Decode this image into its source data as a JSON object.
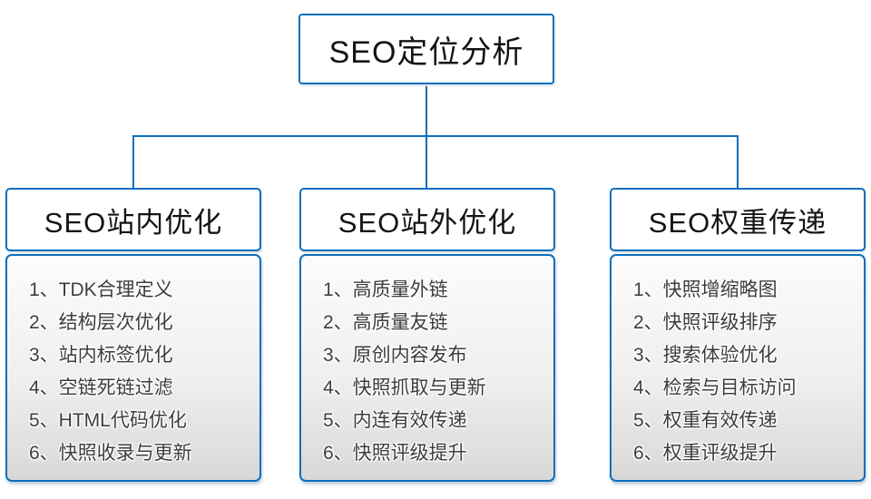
{
  "diagram": {
    "root": {
      "title": "SEO定位分析"
    },
    "branches": [
      {
        "title": "SEO站内优化",
        "items": [
          "1、TDK合理定义",
          "2、结构层次优化",
          "3、站内标签优化",
          "4、空链死链过滤",
          "5、HTML代码优化",
          "6、快照收录与更新"
        ]
      },
      {
        "title": "SEO站外优化",
        "items": [
          "1、高质量外链",
          "2、高质量友链",
          "3、原创内容发布",
          "4、快照抓取与更新",
          "5、内连有效传递",
          "6、快照评级提升"
        ]
      },
      {
        "title": "SEO权重传递",
        "items": [
          "1、快照增缩略图",
          "2、快照评级排序",
          "3、搜索体验优化",
          "4、检索与目标访问",
          "5、权重有效传递",
          "6、权重评级提升"
        ]
      }
    ],
    "colors": {
      "accent_blue": "#0b6fbd",
      "header_text": "#141414",
      "item_text": "#3d3d3d",
      "panel_top": "#fcfcfc",
      "panel_bottom": "#d8d8d8"
    }
  }
}
